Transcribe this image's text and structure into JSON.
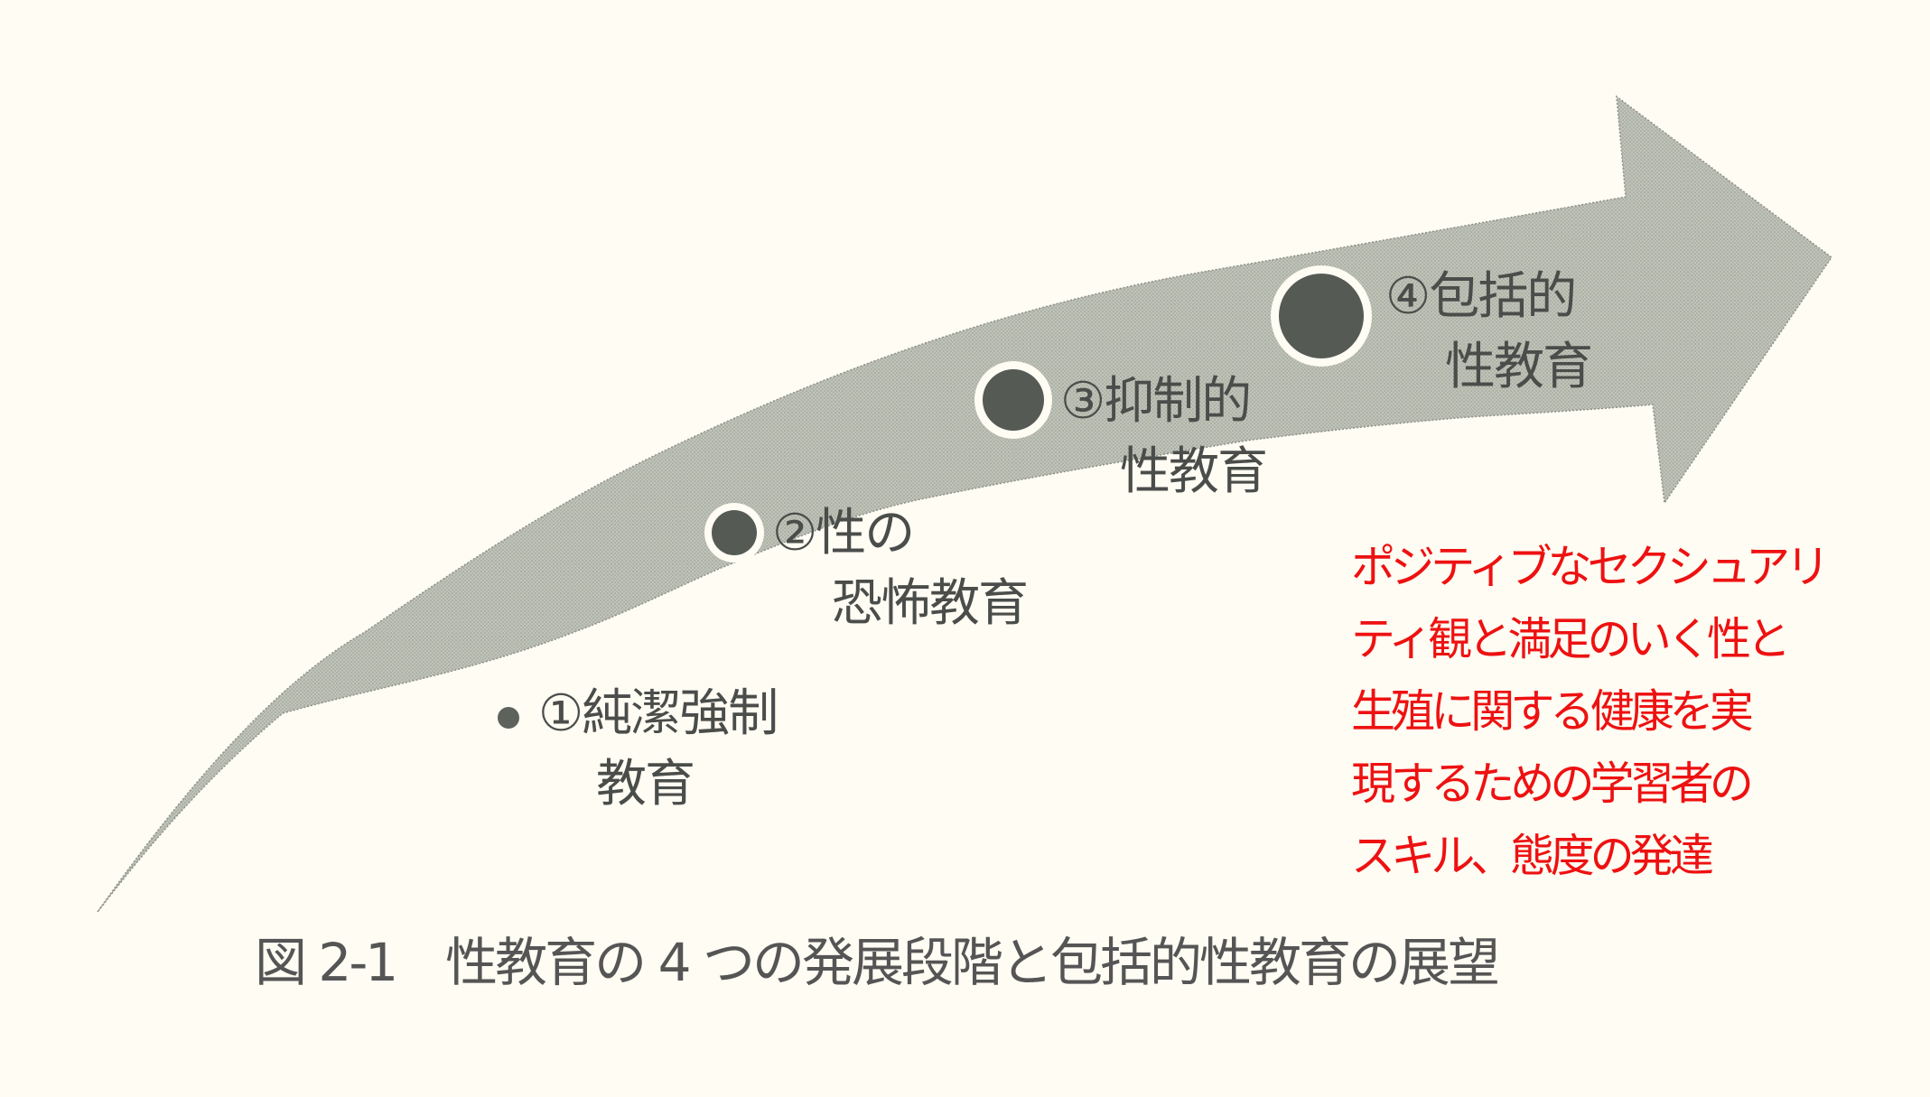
{
  "figure": {
    "caption": "図 2-1　性教育の 4 つの発展段階と包括的性教育の展望",
    "colors": {
      "background": "#fefcf3",
      "arrow_fill": "#b7bbb0",
      "dot_fill": "#555a55",
      "dot_ring": "#fefcf3",
      "label_text": "#4a4d4a",
      "note_text": "#ee1111",
      "caption_text": "#555555"
    },
    "stages": [
      {
        "number": "①",
        "line1": "①純潔強制",
        "line2": "教育",
        "dot_size": "small"
      },
      {
        "number": "②",
        "line1": "②性の",
        "line2": "恐怖教育",
        "dot_size": "medium"
      },
      {
        "number": "③",
        "line1": "③抑制的",
        "line2": "性教育",
        "dot_size": "large"
      },
      {
        "number": "④",
        "line1": "④包括的",
        "line2": "性教育",
        "dot_size": "largest"
      }
    ],
    "note": {
      "lines": [
        "ポジティブなセクシュアリ",
        "ティ観と満足のいく性と",
        "生殖に関する健康を実",
        "現するための学習者の",
        "スキル、態度の発達"
      ]
    },
    "arrow_icon": "curved-upward-arrow-icon"
  }
}
